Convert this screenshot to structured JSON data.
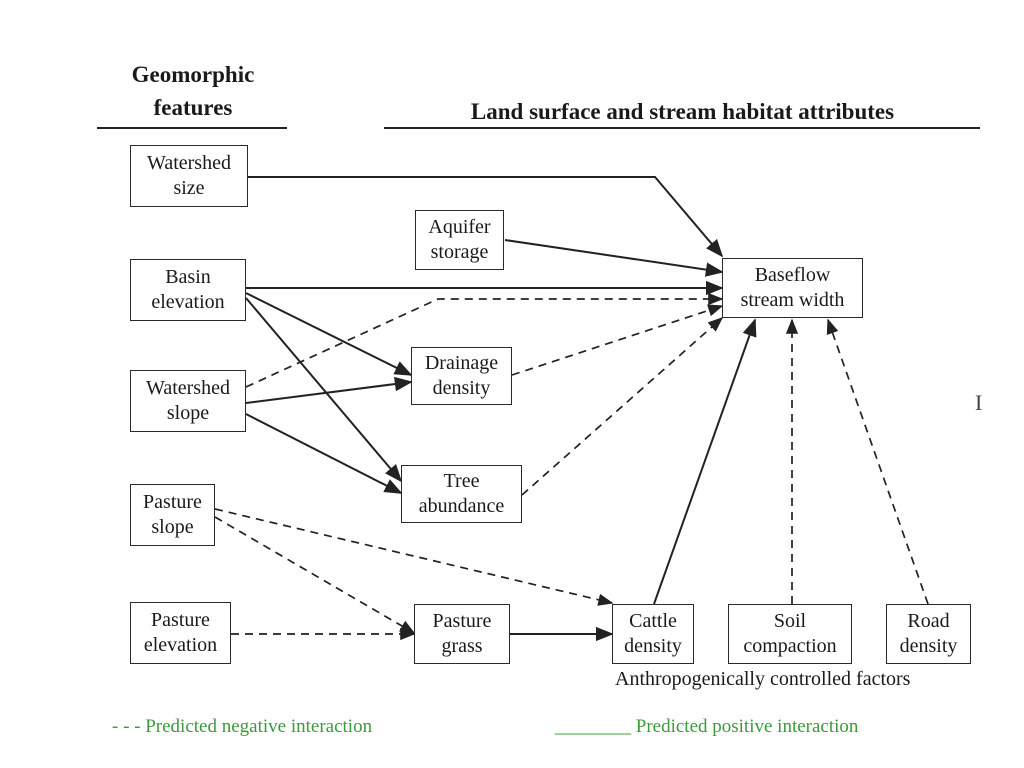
{
  "headers": {
    "geomorphic": "Geomorphic\nfeatures",
    "land_surface": "Land surface and stream habitat attributes"
  },
  "nodes": {
    "watershed_size": "Watershed\nsize",
    "basin_elevation": "Basin\nelevation",
    "watershed_slope": "Watershed\nslope",
    "pasture_slope": "Pasture\nslope",
    "pasture_elevation": "Pasture\nelevation",
    "aquifer_storage": "Aquifer\nstorage",
    "drainage_density": "Drainage\ndensity",
    "tree_abundance": "Tree\nabundance",
    "pasture_grass": "Pasture\ngrass",
    "baseflow_stream_width": "Baseflow\nstream width",
    "cattle_density": "Cattle\ndensity",
    "soil_compaction": "Soil\ncompaction",
    "road_density": "Road\ndensity"
  },
  "group_label": "Anthropogenically controlled factors",
  "legend": {
    "negative": "- - - Predicted negative interaction",
    "positive": "________ Predicted positive interaction"
  },
  "stray_mark": "I",
  "edges": [
    {
      "from": "watershed_size",
      "to": "baseflow_stream_width",
      "type": "positive"
    },
    {
      "from": "aquifer_storage",
      "to": "baseflow_stream_width",
      "type": "positive"
    },
    {
      "from": "basin_elevation",
      "to": "baseflow_stream_width",
      "type": "positive"
    },
    {
      "from": "basin_elevation",
      "to": "drainage_density",
      "type": "positive"
    },
    {
      "from": "basin_elevation",
      "to": "tree_abundance",
      "type": "positive"
    },
    {
      "from": "watershed_slope",
      "to": "baseflow_stream_width",
      "type": "negative"
    },
    {
      "from": "watershed_slope",
      "to": "drainage_density",
      "type": "positive"
    },
    {
      "from": "watershed_slope",
      "to": "tree_abundance",
      "type": "positive"
    },
    {
      "from": "drainage_density",
      "to": "baseflow_stream_width",
      "type": "negative"
    },
    {
      "from": "tree_abundance",
      "to": "baseflow_stream_width",
      "type": "negative"
    },
    {
      "from": "pasture_slope",
      "to": "cattle_density",
      "type": "negative"
    },
    {
      "from": "pasture_slope",
      "to": "pasture_grass",
      "type": "negative"
    },
    {
      "from": "pasture_elevation",
      "to": "pasture_grass",
      "type": "negative"
    },
    {
      "from": "pasture_grass",
      "to": "cattle_density",
      "type": "positive"
    },
    {
      "from": "cattle_density",
      "to": "baseflow_stream_width",
      "type": "positive"
    },
    {
      "from": "soil_compaction",
      "to": "baseflow_stream_width",
      "type": "negative"
    },
    {
      "from": "road_density",
      "to": "baseflow_stream_width",
      "type": "negative"
    }
  ]
}
